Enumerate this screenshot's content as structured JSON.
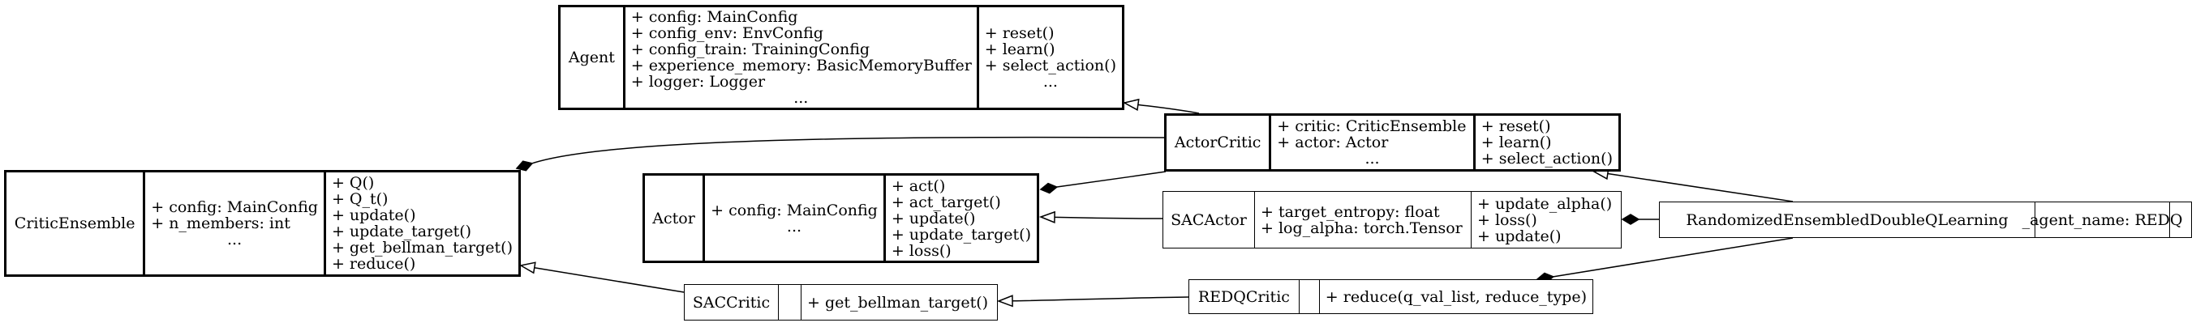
{
  "classes": {
    "agent": {
      "name": "Agent",
      "attributes": [
        "+ config: MainConfig",
        "+ config_env: EnvConfig",
        "+ config_train: TrainingConfig",
        "+ experience_memory: BasicMemoryBuffer",
        "+ logger: Logger"
      ],
      "attributes_more": "...",
      "methods": [
        "+ reset()",
        "+ learn()",
        "+ select_action()"
      ],
      "methods_more": "..."
    },
    "actor_critic": {
      "name": "ActorCritic",
      "attributes": [
        "+ critic: CriticEnsemble",
        "+ actor: Actor"
      ],
      "attributes_more": "...",
      "methods": [
        "+ reset()",
        "+ learn()",
        "+ select_action()"
      ]
    },
    "critic_ensemble": {
      "name": "CriticEnsemble",
      "attributes": [
        "+ config: MainConfig",
        "+ n_members: int"
      ],
      "attributes_more": "...",
      "methods": [
        "+ Q()",
        "+ Q_t()",
        "+ update()",
        "+ update_target()",
        "+ get_bellman_target()",
        "+ reduce()"
      ]
    },
    "actor": {
      "name": "Actor",
      "attributes": [
        "+ config: MainConfig"
      ],
      "attributes_more": "...",
      "methods": [
        "+ act()",
        "+ act_target()",
        "+ update()",
        "+ update_target()",
        "+ loss()"
      ]
    },
    "sac_actor": {
      "name": "SACActor",
      "attributes": [
        "+ target_entropy: float",
        "+ log_alpha: torch.Tensor"
      ],
      "methods": [
        "+ update_alpha()",
        "+ loss()",
        "+ update()"
      ]
    },
    "redq": {
      "name": "RandomizedEnsembledDoubleQLearning",
      "attributes": [
        "_agent_name: REDQ"
      ]
    },
    "redq_critic": {
      "name": "REDQCritic",
      "methods": [
        "+ reduce(q_val_list, reduce_type)"
      ]
    },
    "sac_critic": {
      "name": "SACCritic",
      "methods": [
        "+ get_bellman_target()"
      ]
    }
  },
  "relations": [
    {
      "from": "actor_critic",
      "to": "agent",
      "kind": "inheritance"
    },
    {
      "from": "redq",
      "to": "actor_critic",
      "kind": "inheritance"
    },
    {
      "from": "actor_critic",
      "to": "critic_ensemble",
      "kind": "composition"
    },
    {
      "from": "actor_critic",
      "to": "actor",
      "kind": "composition"
    },
    {
      "from": "sac_actor",
      "to": "actor",
      "kind": "inheritance"
    },
    {
      "from": "redq",
      "to": "sac_actor",
      "kind": "composition"
    },
    {
      "from": "redq",
      "to": "redq_critic",
      "kind": "composition"
    },
    {
      "from": "sac_critic",
      "to": "critic_ensemble",
      "kind": "inheritance"
    },
    {
      "from": "redq_critic",
      "to": "sac_critic",
      "kind": "inheritance"
    }
  ]
}
